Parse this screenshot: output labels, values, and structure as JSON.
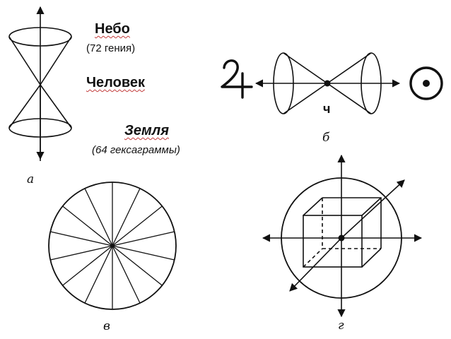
{
  "diagram_a": {
    "heaven_label": "Небо",
    "heaven_sub": "(72 гения)",
    "man_label": "Человек",
    "earth_label": "Земля",
    "earth_sub": "(64 гексаграммы)",
    "caption": "а"
  },
  "diagram_b": {
    "center_label": "ч",
    "left_symbol": "jupiter-symbol",
    "right_symbol": "sun-symbol",
    "caption": "б"
  },
  "diagram_v": {
    "sectors": 14,
    "caption": "в"
  },
  "diagram_g": {
    "caption": "г"
  }
}
